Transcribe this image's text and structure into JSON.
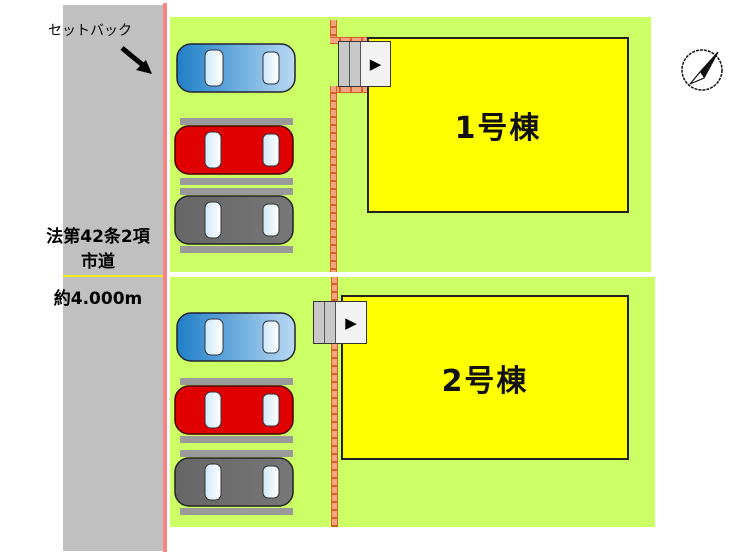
{
  "road": {
    "setback_label": "セットバック",
    "type_label": "法第42条2項",
    "name_label": "市道",
    "width_label": "約4.000m"
  },
  "buildings": [
    {
      "label": "1号棟"
    },
    {
      "label": "2号棟"
    }
  ],
  "entrance_icon": "▶",
  "colors": {
    "lot": "#ccff66",
    "building": "#ffff00",
    "road": "#c0c0c0",
    "setback_line": "#f78585",
    "fence": "#d8602a"
  },
  "parking": [
    {
      "lot": 1,
      "cars": [
        "blue",
        "red",
        "gray"
      ]
    },
    {
      "lot": 2,
      "cars": [
        "blue",
        "red",
        "gray"
      ]
    }
  ],
  "compass": {
    "icon": "north-arrow-icon"
  }
}
